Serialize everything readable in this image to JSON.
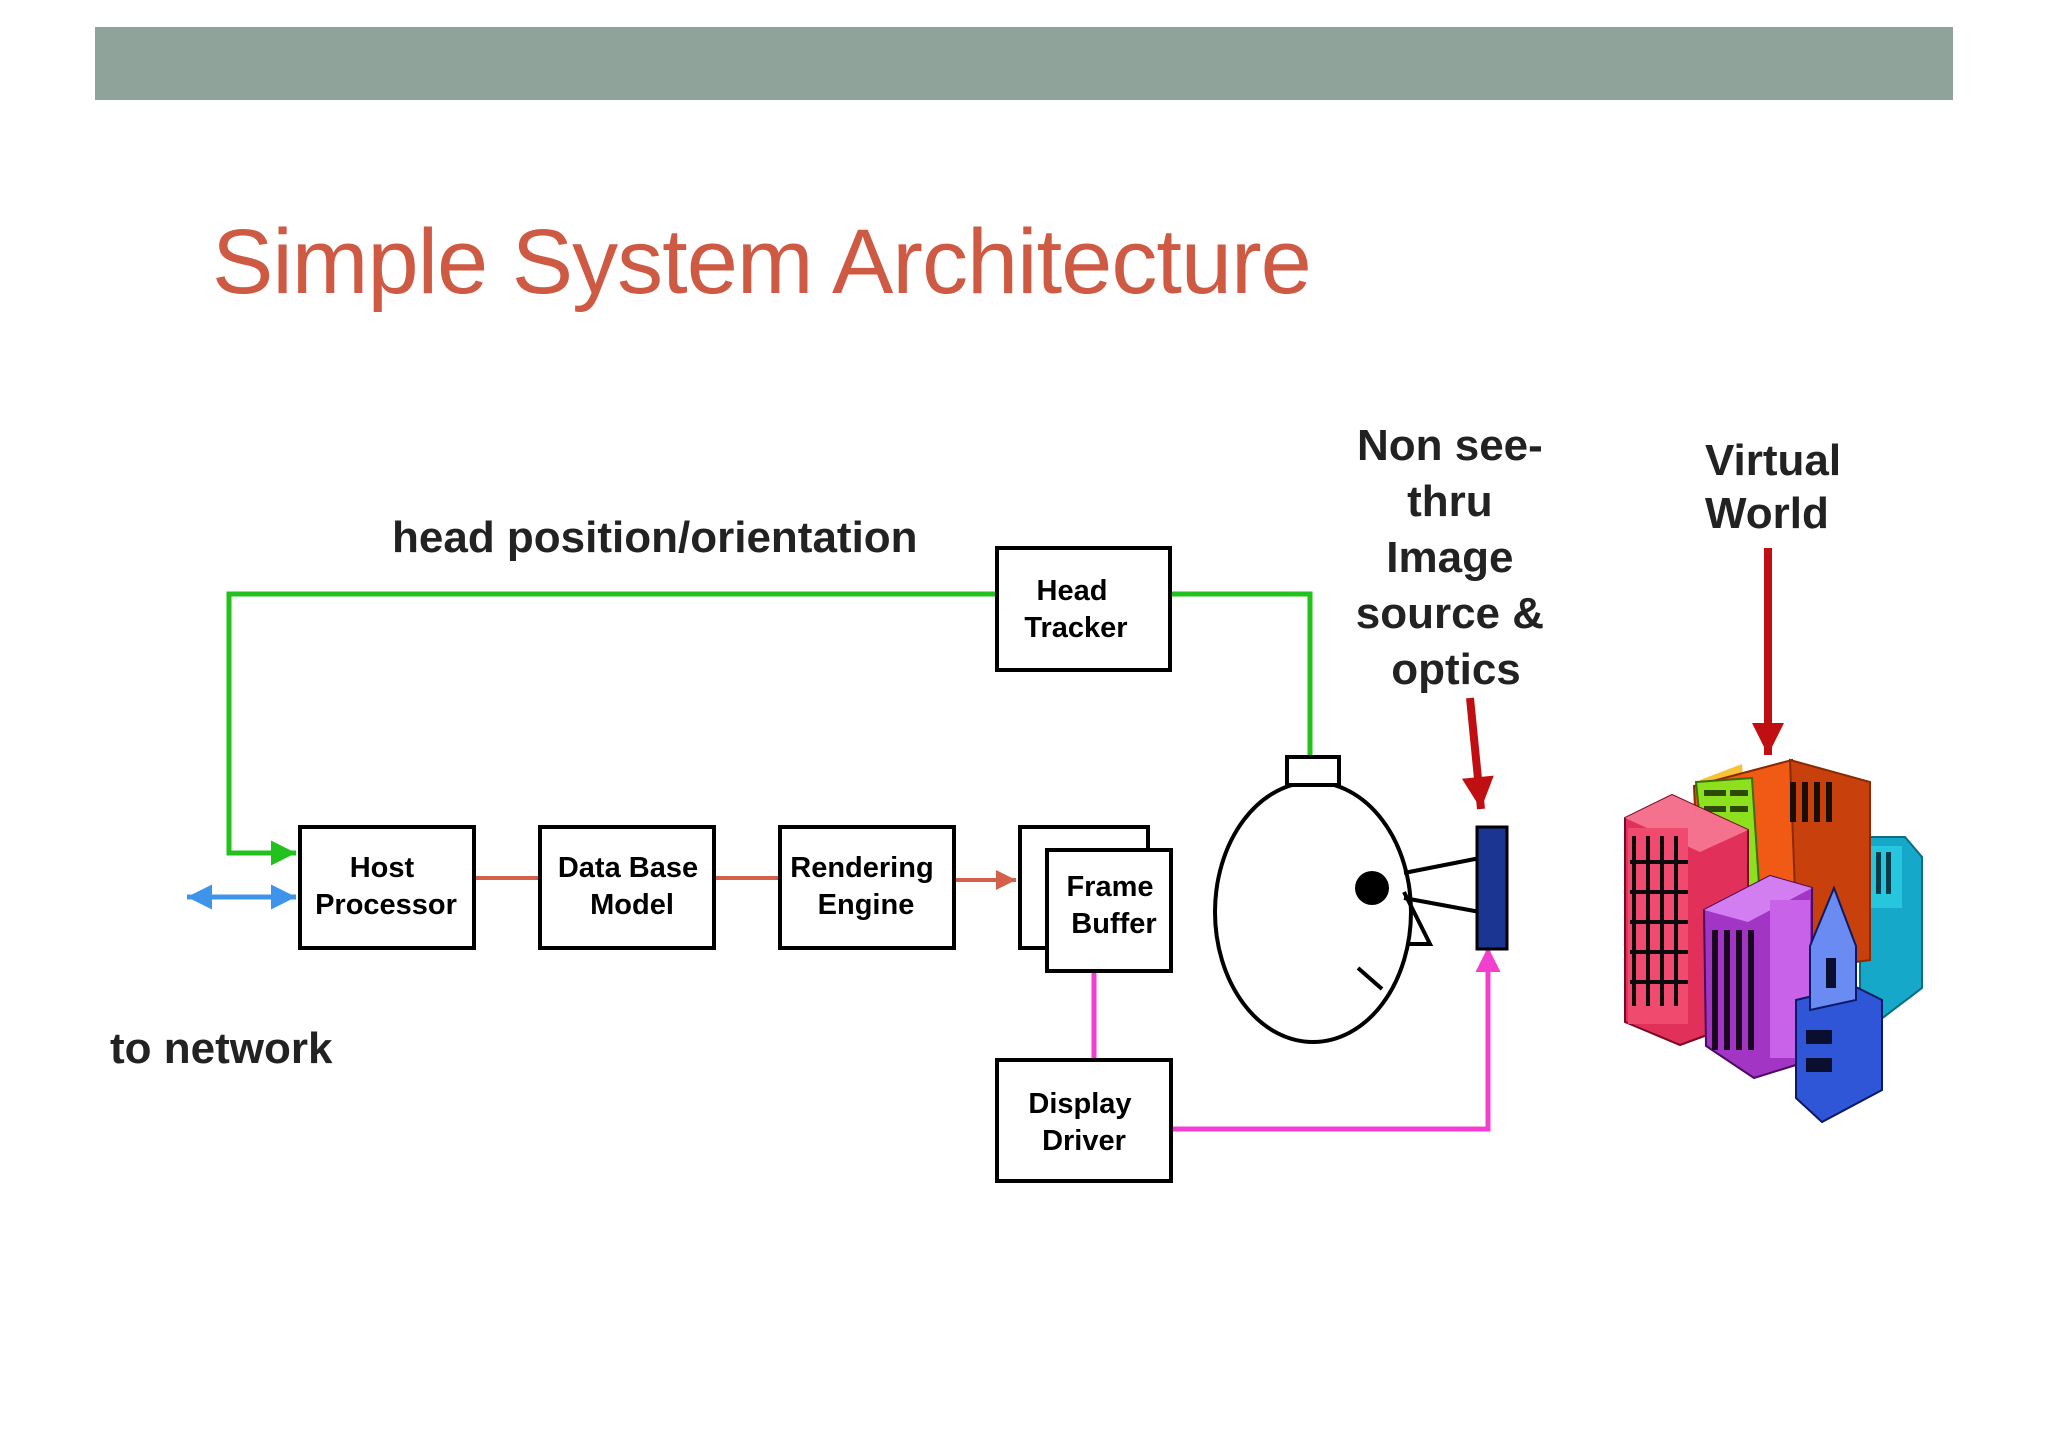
{
  "slide": {
    "title": "Simple System Architecture"
  },
  "labels": {
    "head_position": "head position/orientation",
    "to_network": "to network",
    "image_source": [
      "Non see-",
      "thru",
      "Image",
      "source &",
      "optics"
    ],
    "virtual_world": [
      "Virtual",
      "World"
    ]
  },
  "boxes": {
    "host_processor": [
      "Host",
      "Processor"
    ],
    "data_base_model": [
      "Data Base",
      "Model"
    ],
    "rendering_engine": [
      "Rendering",
      "Engine"
    ],
    "frame_buffer": [
      "Frame",
      "Buffer"
    ],
    "head_tracker": [
      "Head",
      "Tracker"
    ],
    "display_driver": [
      "Display",
      "Driver"
    ]
  },
  "colors": {
    "title": "#cf5a44",
    "header_bar": "#90a39a",
    "tracking_line": "#22c11e",
    "pipeline_line": "#d4604c",
    "network_arrow": "#3d94e8",
    "display_line": "#f23fcf",
    "red_arrow": "#bf0f12",
    "display_plate": "#1b3593"
  },
  "icons": {
    "head": "head-icon",
    "display_plate": "display-plate-icon",
    "virtual_world": "city-buildings-icon"
  }
}
